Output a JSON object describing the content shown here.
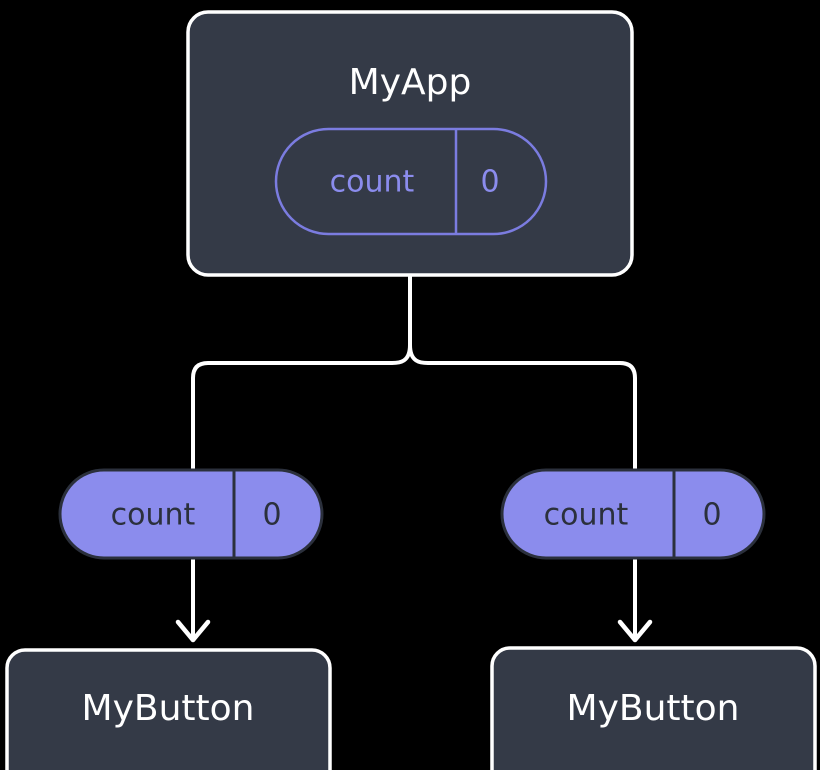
{
  "diagram": {
    "type": "component-tree",
    "title_hidden": "",
    "colors": {
      "background": "#000000",
      "node_fill": "#343a47",
      "node_border": "#ffffff",
      "pill_fill": "#8b8ced",
      "pill_stroke": "#2b303c",
      "capsule_outline": "#7b7ce0",
      "wire": "#ffffff",
      "text_light": "#ffffff",
      "text_dark": "#2b303c"
    }
  },
  "root": {
    "label": "MyApp",
    "state": {
      "key": "count",
      "value": "0"
    }
  },
  "props": [
    {
      "key": "count",
      "value": "0"
    },
    {
      "key": "count",
      "value": "0"
    }
  ],
  "children": [
    {
      "label": "MyButton"
    },
    {
      "label": "MyButton"
    }
  ]
}
